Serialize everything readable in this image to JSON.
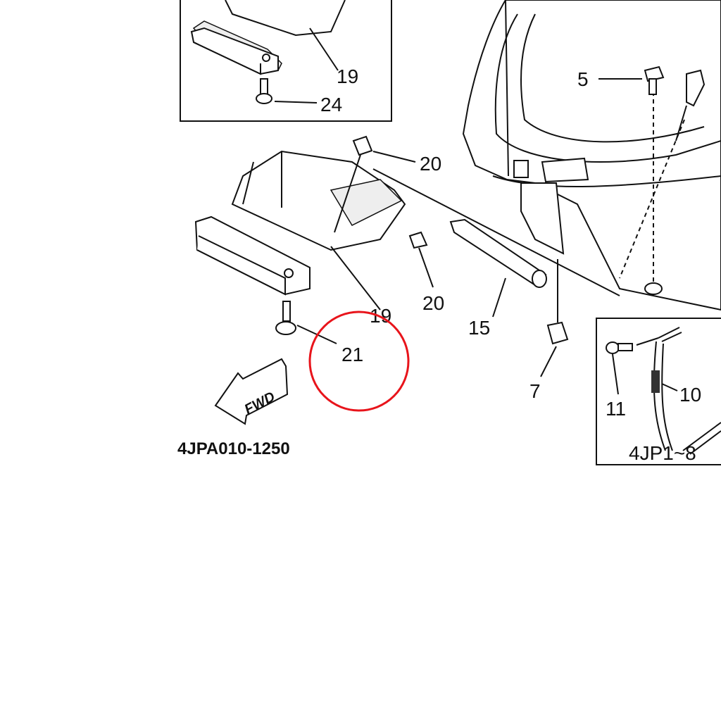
{
  "diagram": {
    "figure_code": "4JPA010-1250",
    "inset_code": "4JP1~8",
    "direction_arrow": "FWD",
    "highlight_color": "#e8141b",
    "highlighted_part": "21",
    "callouts": {
      "c19_top": "19",
      "c24": "24",
      "c5": "5",
      "c20_a": "20",
      "c20_b": "20",
      "c19": "19",
      "c21": "21",
      "c15": "15",
      "c7": "7",
      "c11": "11",
      "c10": "10"
    }
  }
}
